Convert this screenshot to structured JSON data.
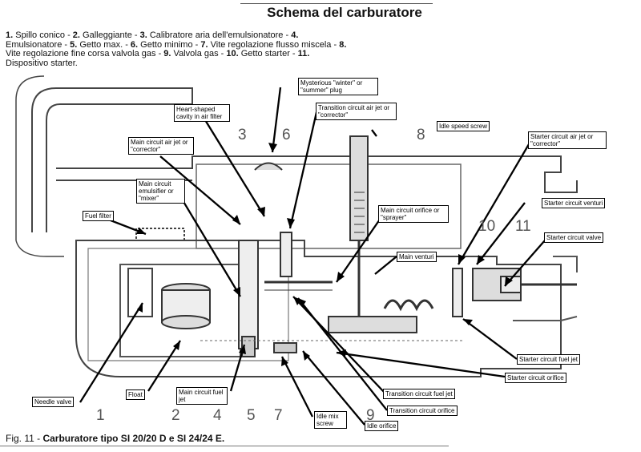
{
  "title": "Schema del carburatore",
  "legend": [
    {
      "n": "1.",
      "t": "Spillo conico - "
    },
    {
      "n": "2.",
      "t": "Galleggiante - "
    },
    {
      "n": "3.",
      "t": "Calibratore aria dell'emulsionatore - "
    },
    {
      "n": "4.",
      "t": "Emulsionatore - "
    },
    {
      "n": "5.",
      "t": "Getto max. - "
    },
    {
      "n": "6.",
      "t": "Getto minimo - "
    },
    {
      "n": "7.",
      "t": "Vite regolazione flusso miscela - "
    },
    {
      "n": "8.",
      "t": "Vite regolazione fine corsa valvola gas - "
    },
    {
      "n": "9.",
      "t": "Valvola gas - "
    },
    {
      "n": "10.",
      "t": "Getto starter - "
    },
    {
      "n": "11.",
      "t": "Dispositivo starter."
    }
  ],
  "caption": {
    "prefix": "Fig. 11 - ",
    "bold": "Carburatore tipo SI 20/20 D e SI 24/24 E."
  },
  "numbers": [
    "1",
    "2",
    "3",
    "4",
    "5",
    "6",
    "7",
    "8",
    "9",
    "10",
    "11"
  ],
  "labels": {
    "mysterious_plug": "Mysterious \"winter\" or \"summer\" plug",
    "heart_cavity": "Heart-shaped cavity in air filter",
    "transition_air_jet": "Transition circuit air jet or \"corrector\"",
    "idle_speed_screw": "Idle speed screw",
    "main_air_jet": "Main circuit air jet or \"corrector\"",
    "starter_air_jet": "Starter circuit air jet or \"corrector\"",
    "main_emulsifier": "Main circuit emulsifier or \"mixer\"",
    "starter_venturi": "Starter circuit venturi",
    "fuel_filter": "Fuel filter",
    "main_orifice": "Main circuit orifice or \"sprayer\"",
    "starter_valve": "Starter circuit valve",
    "main_venturi": "Main venturi",
    "starter_fuel_jet": "Starter circuit fuel jet",
    "starter_orifice": "Starter circuit orifice",
    "needle_valve": "Needle valve",
    "float": "Float",
    "main_fuel_jet": "Main circuit fuel jet",
    "transition_fuel_jet": "Transition circuit fuel jet",
    "transition_orifice": "Transition circuit orifice",
    "idle_mix_screw": "Idle mix screw",
    "idle_orifice": "Idle orifice"
  }
}
